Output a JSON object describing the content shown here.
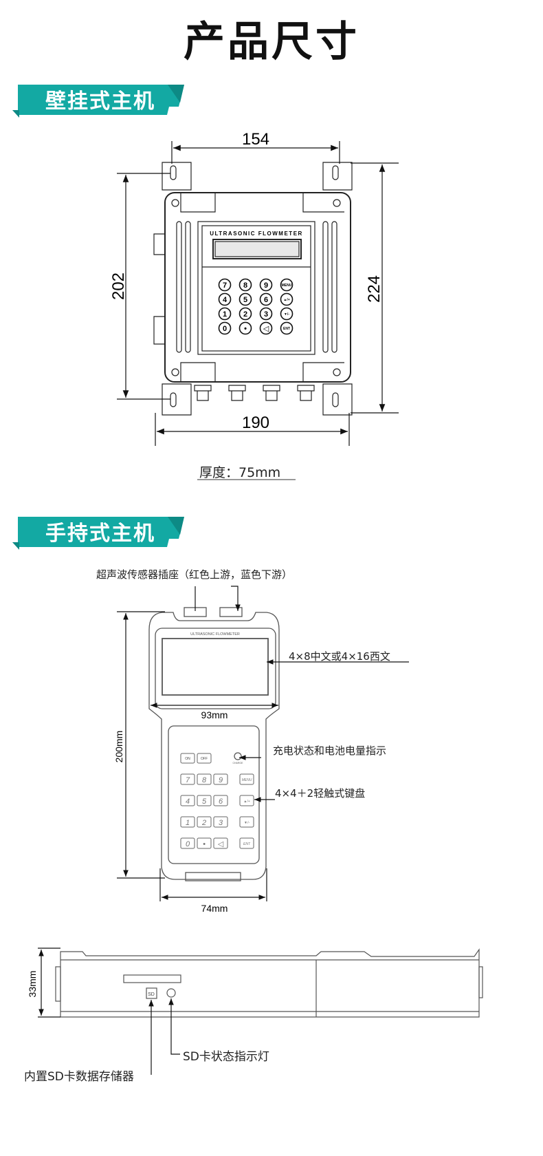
{
  "page_title": "产品尺寸",
  "colors": {
    "accent": "#13a9a3",
    "accent_dark": "#0d8a85"
  },
  "wall_mount": {
    "heading": "壁挂式主机",
    "device_label": "ULTRASONIC FLOWMETER",
    "keys": [
      "7",
      "8",
      "9",
      "MENU",
      "4",
      "5",
      "6",
      "▲/+",
      "1",
      "2",
      "3",
      "▼/-",
      "0",
      "•",
      "◁",
      "ENT"
    ],
    "dim_top": "154",
    "dim_left": "202",
    "dim_right": "224",
    "dim_bottom": "190",
    "thickness": "厚度：75mm"
  },
  "handheld": {
    "heading": "手持式主机",
    "device_label": "ULTRASONIC FLOWMETER",
    "sensor_socket_note": "超声波传感器插座（红色上游，蓝色下游）",
    "display_note": "4×8中文或4×16西文",
    "charge_note": "充电状态和电池电量指示",
    "keypad_note": "4×4＋2轻触式键盘",
    "keys_top": [
      "ON",
      "OFF"
    ],
    "charge_label": "CHARGE",
    "keys": [
      "7",
      "8",
      "9",
      "MENU",
      "4",
      "5",
      "6",
      "▲/+",
      "1",
      "2",
      "3",
      "▼/-",
      "0",
      "•",
      "◁",
      "ENT"
    ],
    "dim_height": "200mm",
    "dim_width_top": "93mm",
    "dim_width_bottom": "74mm"
  },
  "side_view": {
    "dim_thickness": "33mm",
    "sd_label": "SD",
    "sd_note": "内置SD卡数据存储器",
    "sd_led_note": "SD卡状态指示灯"
  }
}
